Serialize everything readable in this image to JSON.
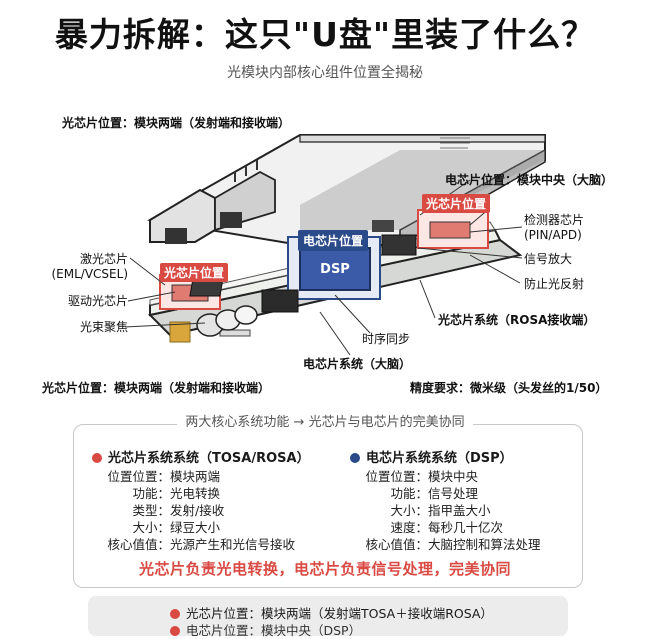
{
  "title": "暴力拆解：这只\"U盘\"里装了什么？",
  "subtitle": "光模块内部核心组件位置全揭秘",
  "labels": {
    "top_left": "光芯片位置：模块两端（发射端和接收端）",
    "mid_right": "电芯片位置：模块中央（大脑）",
    "detector_chip": "检测器芯片",
    "detector_type": "(PIN/APD)",
    "signal_amp": "信号放大",
    "anti_reflect": "防止光反射",
    "laser_chip": "激光芯片",
    "laser_type": "(EML/VCSEL)",
    "driver_chip": "驱动光芯片",
    "beam_focus": "光束聚焦",
    "rosa_system": "光芯片系统（ROSA接收端）",
    "timing_sync": "时序同步",
    "elec_system": "电芯片系统（大脑）",
    "bottom_left": "光芯片位置：模块两端（发射端和接收端）",
    "precision": "精度要求：微米级（头发丝的1/50）",
    "tag_optical_left": "光芯片位置",
    "tag_optical_right": "光芯片位置",
    "tag_elec": "电芯片位置",
    "dsp_chip": "DSP"
  },
  "panel": {
    "title": "两大核心系统功能 → 光芯片与电芯片的完美协同",
    "left": {
      "heading": "光芯片系统系统（TOSA/ROSA）",
      "rows": [
        {
          "k": "位置位置：",
          "v": "模块两端"
        },
        {
          "k": "功能：",
          "v": "光电转换"
        },
        {
          "k": "类型：",
          "v": "发射/接收"
        },
        {
          "k": "大小：",
          "v": "绿豆大小"
        },
        {
          "k": "核心值值：",
          "v": "光源产生和光信号接收"
        }
      ]
    },
    "right": {
      "heading": "电芯片系统系统（DSP）",
      "rows": [
        {
          "k": "位置位置：",
          "v": "模块中央"
        },
        {
          "k": "功能：",
          "v": "信号处理"
        },
        {
          "k": "大小：",
          "v": "指甲盖大小"
        },
        {
          "k": "速度：",
          "v": "每秒几十亿次"
        },
        {
          "k": "核心值值：",
          "v": "大脑控制和算法处理"
        }
      ]
    },
    "slogan": "光芯片负责光电转换，电芯片负责信号处理，完美协同"
  },
  "bottom": {
    "line1": "光芯片位置：模块两端（发射端TOSA＋接收端ROSA）",
    "line2": "电芯片位置：模块中央（DSP）"
  },
  "colors": {
    "accent_red": "#d94a43",
    "accent_blue": "#2a4a8a",
    "pcb_green": "#e9ece8"
  }
}
